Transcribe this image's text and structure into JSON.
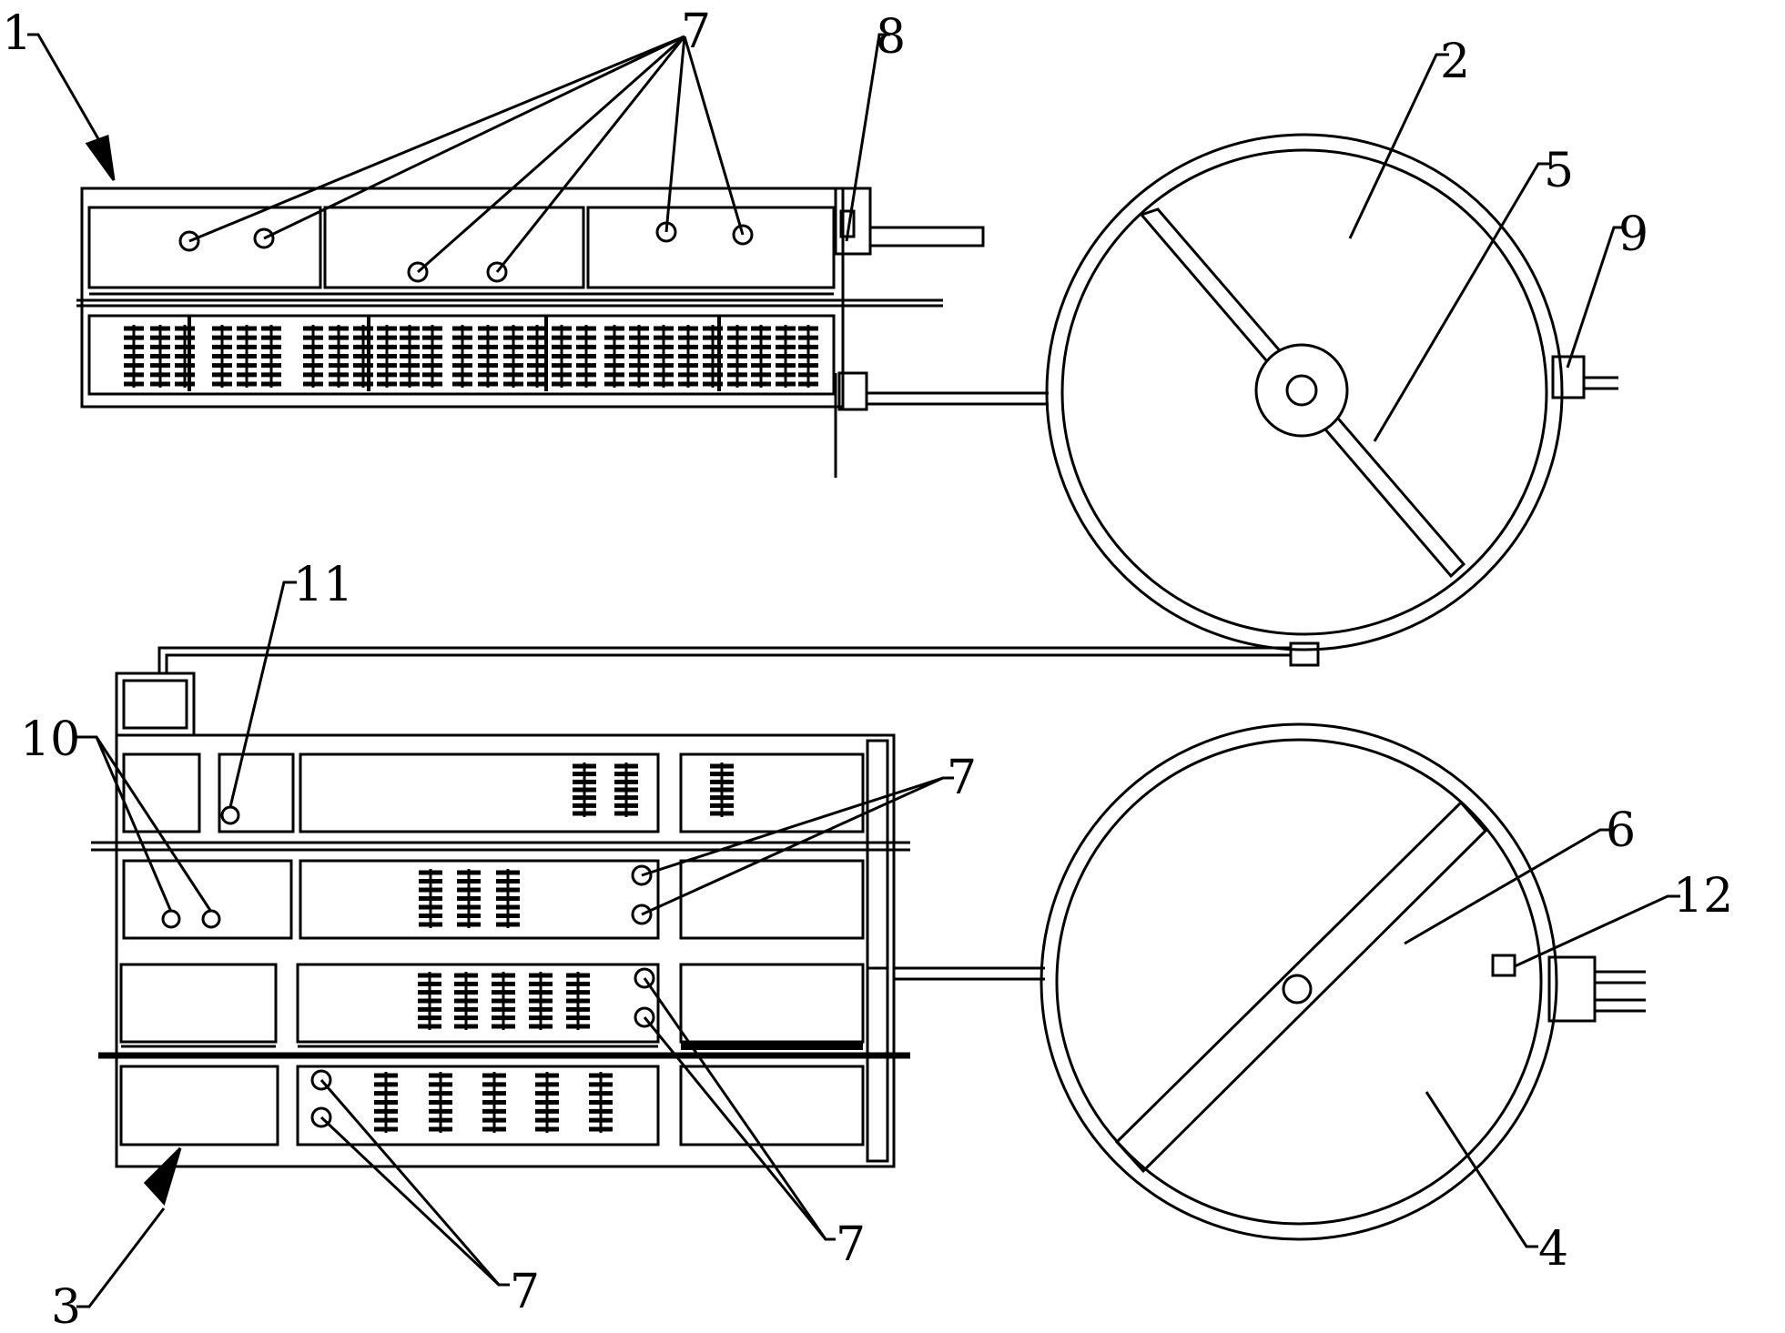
{
  "labels": {
    "l1": "1",
    "l2": "2",
    "l3": "3",
    "l4": "4",
    "l5": "5",
    "l6": "6",
    "l7a": "7",
    "l7b": "7",
    "l7c": "7",
    "l7d": "7",
    "l8": "8",
    "l9": "9",
    "l10": "10",
    "l11": "11",
    "l12": "12"
  },
  "colors": {
    "line": "#000000",
    "background": "#ffffff"
  }
}
